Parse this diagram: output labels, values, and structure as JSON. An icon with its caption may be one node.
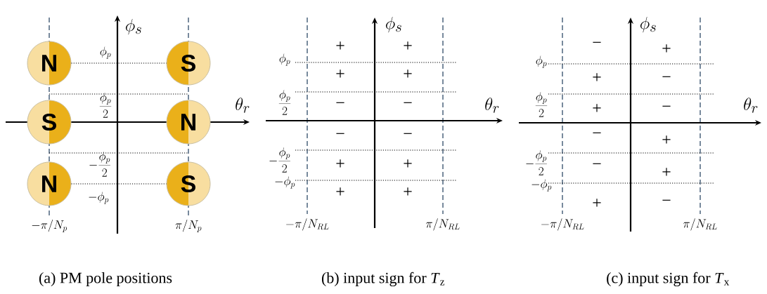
{
  "diagram": {
    "nodes": [
      {
        "text": [
          "N"
        ]
      },
      {
        "text": [
          "S"
        ]
      },
      {
        "text": [
          "S"
        ]
      },
      {
        "text": [
          "N"
        ]
      },
      {
        "text": [
          "N"
        ]
      },
      {
        "text": [
          "S"
        ]
      }
    ],
    "edges": [
      {
        "from": 0,
        "to": 1,
        "arrow": "none"
      },
      {
        "from": 4,
        "to": 5,
        "arrow": "none"
      }
    ],
    "labels": [
      "\\phi_s",
      "\\theta_r",
      "\\phi_p",
      "\\frac{\\phi_p}{2}",
      "-\\frac{\\phi_p}{2}",
      "-\\phi_p",
      "-\\pi / N_p",
      "\\pi / N_p",
      "(a) PM pole positions",
      "\\phi_s",
      "\\theta_r",
      "\\phi_p",
      "\\frac{\\phi_p}{2}",
      "-\\frac{\\phi_p}{2}",
      "-\\phi_p",
      "-\\pi / N_{RL}",
      "\\pi / N_{RL}",
      "+",
      "+",
      "+",
      "+",
      "−",
      "−",
      "−",
      "−",
      "+",
      "+",
      "+",
      "+",
      "(b) input sign for *T*$_{z}$",
      "\\phi_s",
      "\\theta_r",
      "\\phi_p",
      "\\frac{\\phi_p}{2}",
      "-\\frac{\\phi_p}{2}",
      "-\\phi_p",
      "-\\pi / N_{RL}",
      "\\pi / N_{RL}",
      "−",
      "+",
      "+",
      "−",
      "+",
      "−",
      "−",
      "+",
      "−",
      "+",
      "+",
      "−",
      "(c) input sign for *T*$_{x}$"
    ]
  }
}
